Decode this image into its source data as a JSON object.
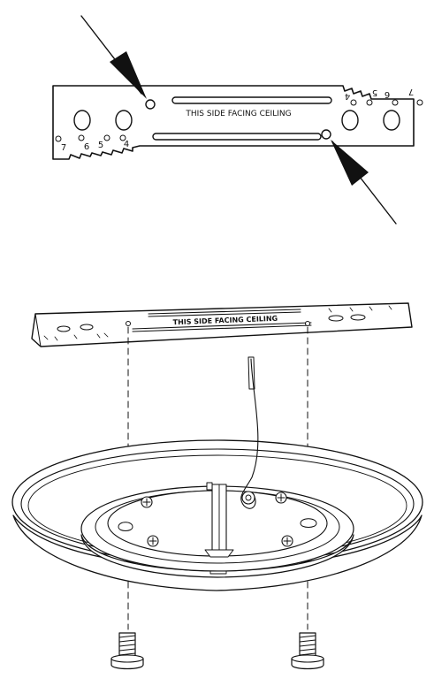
{
  "diagram": {
    "bracket_detail": {
      "label": "THIS SIDE FACING CEILING",
      "left_numbers": [
        "7",
        "6",
        "5",
        "4"
      ],
      "right_numbers": [
        "4",
        "5",
        "6",
        "7"
      ]
    },
    "exploded_view": {
      "bracket_label": "THIS SIDE FACING CEILING"
    },
    "colors": {
      "line": "#111111",
      "background": "#ffffff"
    }
  }
}
